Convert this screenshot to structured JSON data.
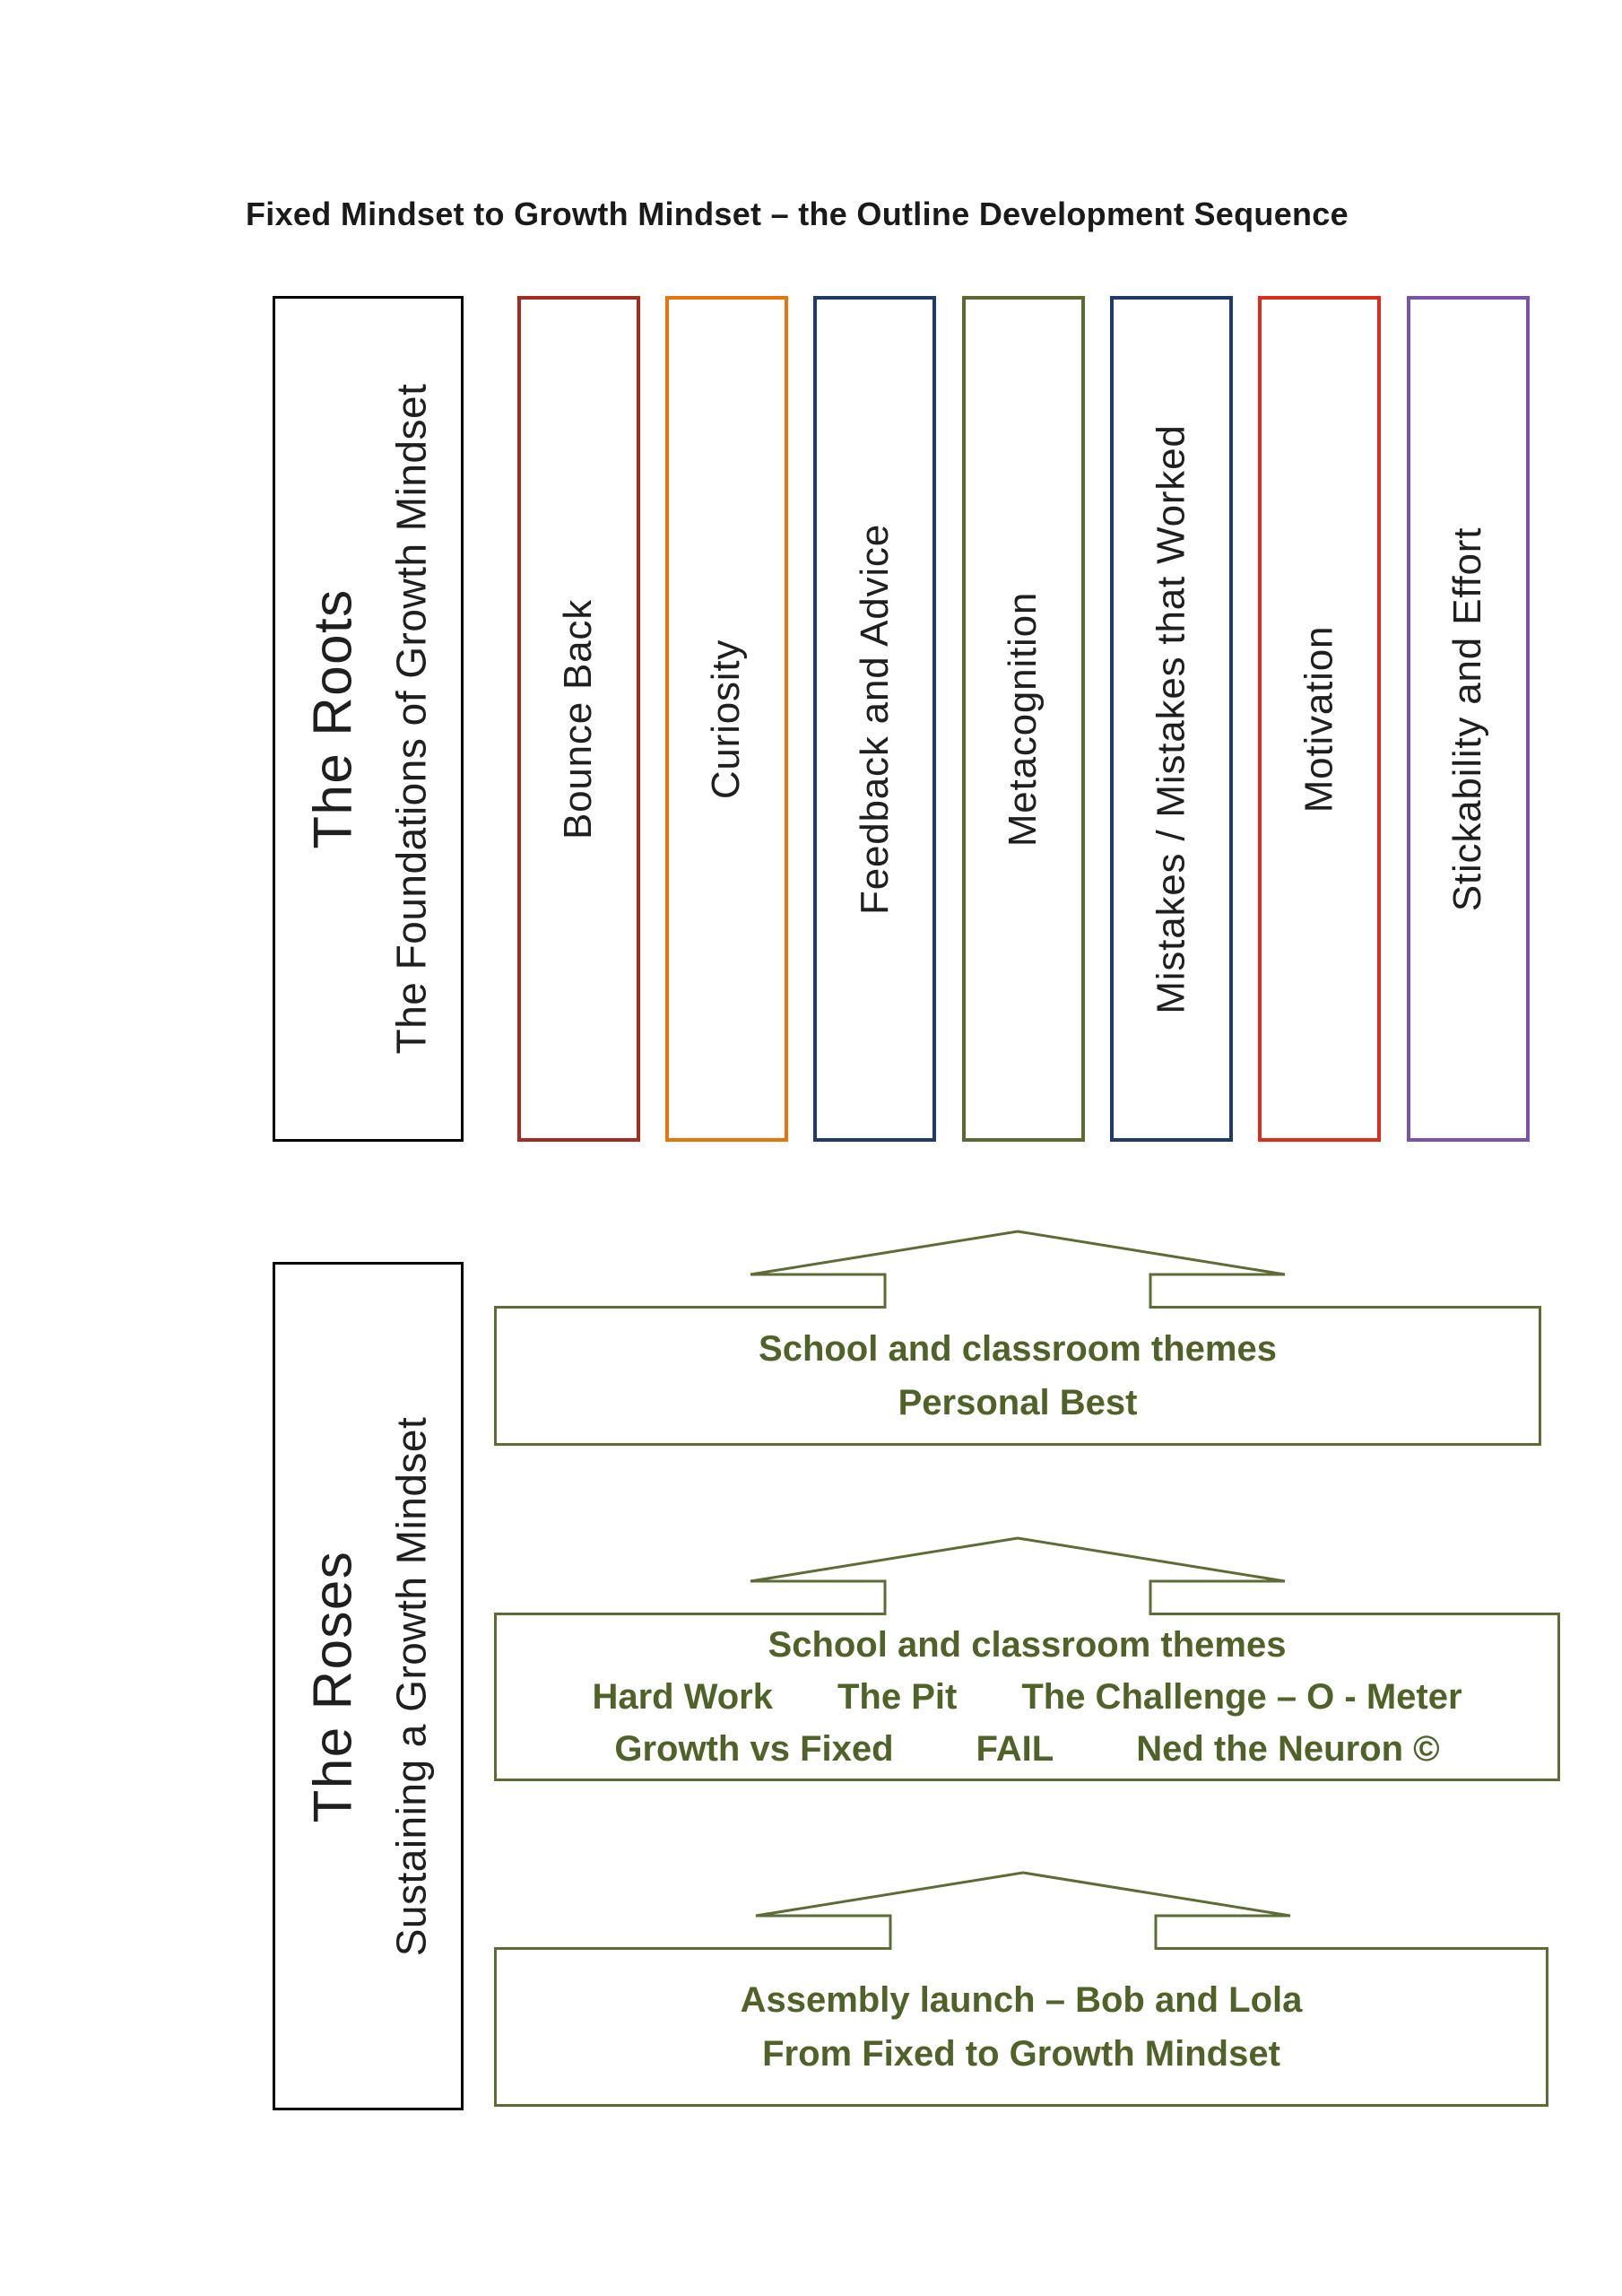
{
  "title": "Fixed Mindset to Growth Mindset – the Outline Development Sequence",
  "roots": {
    "heading": "The Roots",
    "subheading": "The Foundations of Growth Mindset"
  },
  "roses": {
    "heading": "The Roses",
    "subheading": "Sustaining a Growth Mindset"
  },
  "columns": [
    {
      "label": "Bounce Back",
      "border": "#A62B1F"
    },
    {
      "label": "Curiosity",
      "border": "#E8740C"
    },
    {
      "label": "Feedback and Advice",
      "border": "#1F3B6E"
    },
    {
      "label": "Metacognition",
      "border": "#5A6B2F"
    },
    {
      "label": "Mistakes / Mistakes that Worked",
      "border": "#1F3B6E"
    },
    {
      "label": "Motivation",
      "border": "#DE2B1B"
    },
    {
      "label": "Stickability and Effort",
      "border": "#7B52AB"
    }
  ],
  "stages": [
    {
      "lines": [
        "School and classroom themes",
        "Personal Best"
      ]
    },
    {
      "line1": "School and classroom themes",
      "row2": [
        "Hard Work",
        "The Pit",
        "The Challenge – O - Meter"
      ],
      "row3": [
        "Growth vs Fixed",
        "FAIL",
        "Ned the Neuron ©"
      ]
    },
    {
      "lines": [
        "Assembly launch – Bob and Lola",
        "From Fixed to Growth Mindset"
      ]
    }
  ],
  "colors": {
    "olive_text": "#4F6228",
    "olive_border": "#5B6D35",
    "black_border": "#000000"
  }
}
